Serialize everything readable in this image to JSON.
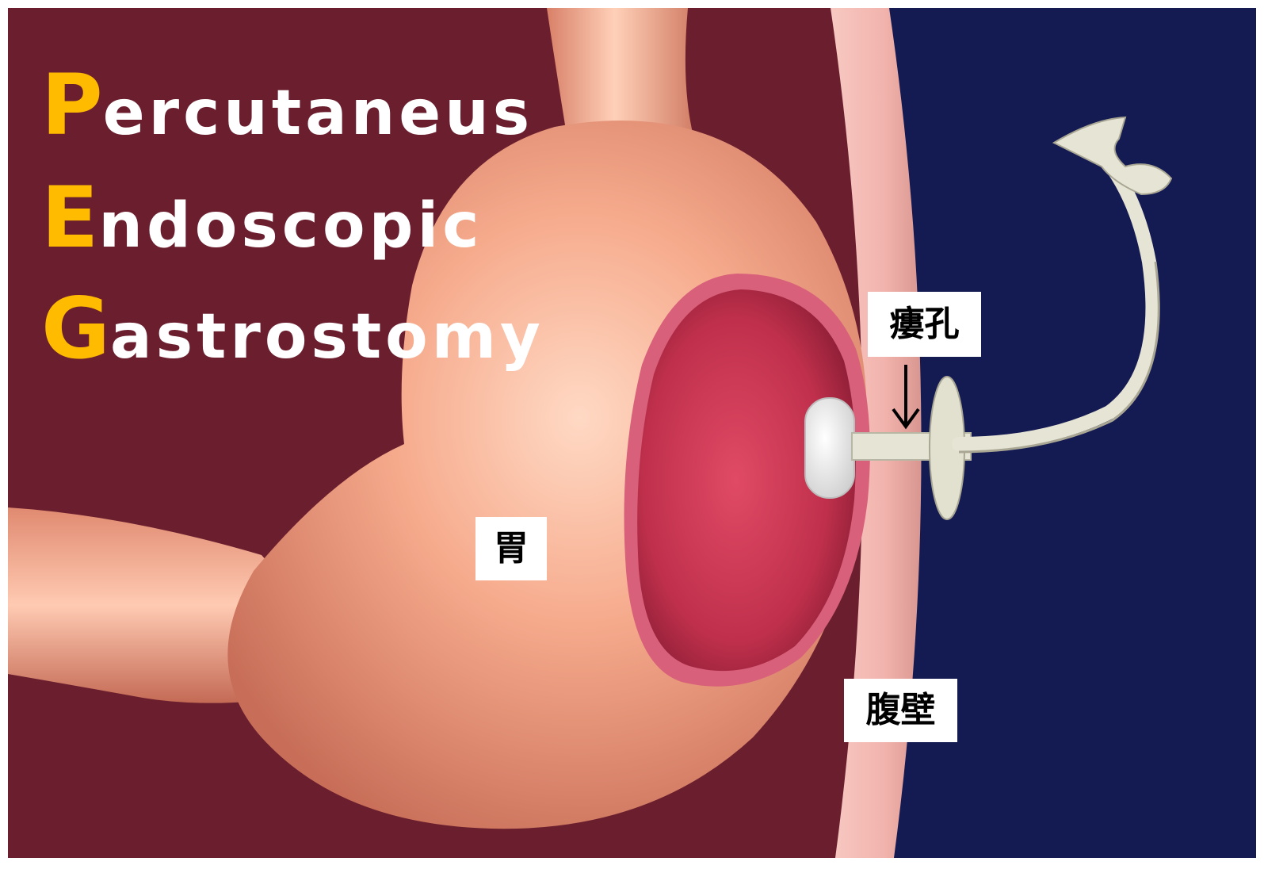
{
  "title": {
    "lines": [
      {
        "initial": "P",
        "rest": "ercutaneus"
      },
      {
        "initial": "E",
        "rest": "ndoscopic"
      },
      {
        "initial": "G",
        "rest": "astrostomy"
      }
    ]
  },
  "labels": {
    "stomach": "胃",
    "fistula": "瘻孔",
    "abdominal_wall": "腹壁"
  },
  "colors": {
    "background_left": "#6b1f2e",
    "background_right": "#141a52",
    "stomach": "#f0a084",
    "mucosa": "#c8304c",
    "abdominal_wall": "#f2b3ad",
    "tube": "#e6e4d4",
    "title_initial": "#ffbb00",
    "title_text": "#ffffff"
  }
}
